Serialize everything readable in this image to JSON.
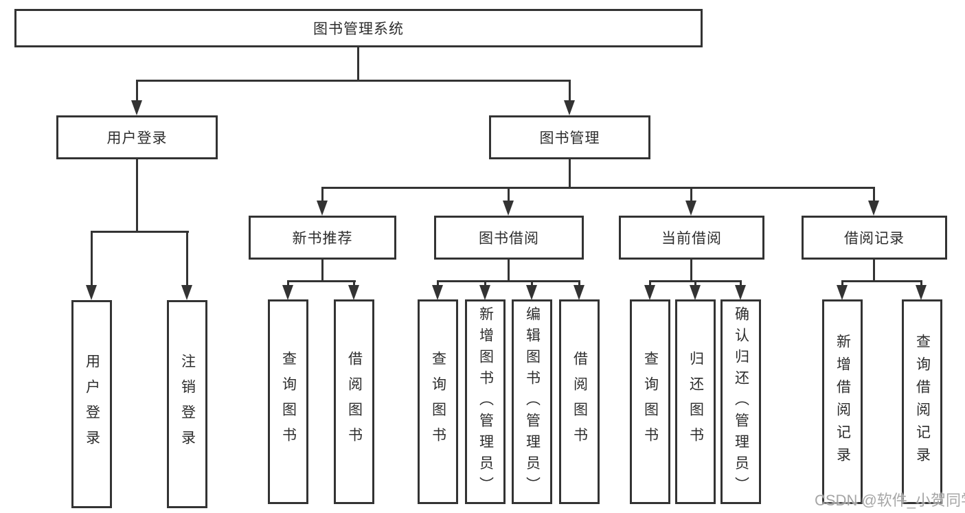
{
  "root": {
    "label": "图书管理系统"
  },
  "branches": [
    {
      "label": "用户登录",
      "children": [
        {
          "label": "用户登录"
        },
        {
          "label": "注销登录"
        }
      ]
    },
    {
      "label": "图书管理",
      "children": [
        {
          "label": "新书推荐",
          "children": [
            {
              "label": "查询图书"
            },
            {
              "label": "借阅图书"
            }
          ]
        },
        {
          "label": "图书借阅",
          "children": [
            {
              "label": "查询图书"
            },
            {
              "label": "新增图书（管理员）"
            },
            {
              "label": "编辑图书（管理员）"
            },
            {
              "label": "借阅图书"
            }
          ]
        },
        {
          "label": "当前借阅",
          "children": [
            {
              "label": "查询图书"
            },
            {
              "label": "归还图书"
            },
            {
              "label": "确认归还（管理员）"
            }
          ]
        },
        {
          "label": "借阅记录",
          "children": [
            {
              "label": "新增借阅记录"
            },
            {
              "label": "查询借阅记录"
            }
          ]
        }
      ]
    }
  ],
  "watermark": "CSDN @软件_小贺同学",
  "colors": {
    "line": "#333333",
    "text": "#2d2d2d",
    "background": "#ffffff",
    "watermark": "#969696"
  }
}
